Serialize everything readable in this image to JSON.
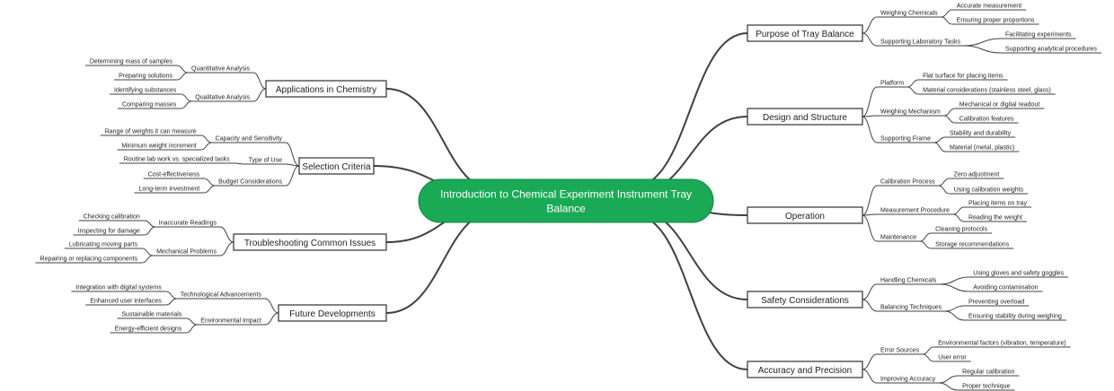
{
  "central_topic": [
    "Introduction to Chemical Experiment Instrument Tray",
    "Balance"
  ],
  "colors": {
    "central_fill": "#1aaa55",
    "line": "#404040",
    "box_border": "#303030",
    "text": "#222222"
  },
  "right_branches": [
    {
      "label": "Purpose of Tray Balance",
      "children": [
        {
          "label": "Weighing Chemicals",
          "children": [
            "Accurate measurement",
            "Ensuring proper proportions"
          ]
        },
        {
          "label": "Supporting Laboratory Tasks",
          "children": [
            "Facilitating experiments",
            "Supporting analytical procedures"
          ]
        }
      ]
    },
    {
      "label": "Design and Structure",
      "children": [
        {
          "label": "Platform",
          "children": [
            "Flat surface for placing items",
            "Material considerations (stainless steel, glass)"
          ]
        },
        {
          "label": "Weighing Mechanism",
          "children": [
            "Mechanical or digital readout",
            "Calibration features"
          ]
        },
        {
          "label": "Supporting Frame",
          "children": [
            "Stability and durability",
            "Material (metal, plastic)"
          ]
        }
      ]
    },
    {
      "label": "Operation",
      "children": [
        {
          "label": "Calibration Process",
          "children": [
            "Zero adjustment",
            "Using calibration weights"
          ]
        },
        {
          "label": "Measurement Procedure",
          "children": [
            "Placing items on tray",
            "Reading the weight"
          ]
        },
        {
          "label": "Maintenance",
          "children": [
            "Cleaning protocols",
            "Storage recommendations"
          ]
        }
      ]
    },
    {
      "label": "Safety Considerations",
      "children": [
        {
          "label": "Handling Chemicals",
          "children": [
            "Using gloves and safety goggles",
            "Avoiding contamination"
          ]
        },
        {
          "label": "Balancing Techniques",
          "children": [
            "Preventing overload",
            "Ensuring stability during weighing"
          ]
        }
      ]
    },
    {
      "label": "Accuracy and Precision",
      "children": [
        {
          "label": "Error Sources",
          "children": [
            "Environmental factors (vibration, temperature)",
            "User error"
          ]
        },
        {
          "label": "Improving Accuracy",
          "children": [
            "Regular calibration",
            "Proper technique"
          ]
        }
      ]
    }
  ],
  "left_branches": [
    {
      "label": "Applications in Chemistry",
      "children": [
        {
          "label": "Quantitative Analysis",
          "children": [
            "Determining mass of samples",
            "Preparing solutions"
          ]
        },
        {
          "label": "Qualitative Analysis",
          "children": [
            "Identifying substances",
            "Comparing masses"
          ]
        }
      ]
    },
    {
      "label": "Selection Criteria",
      "children": [
        {
          "label": "Capacity and Sensitivity",
          "children": [
            "Range of weights it can measure",
            "Minimum weight increment"
          ]
        },
        {
          "label": "Type of Use",
          "children": [
            "Routine lab work vs. specialized tasks"
          ]
        },
        {
          "label": "Budget Considerations",
          "children": [
            "Cost-effectiveness",
            "Long-term investment"
          ]
        }
      ]
    },
    {
      "label": "Troubleshooting Common Issues",
      "children": [
        {
          "label": "Inaccurate Readings",
          "children": [
            "Checking calibration",
            "Inspecting for damage"
          ]
        },
        {
          "label": "Mechanical Problems",
          "children": [
            "Lubricating moving parts",
            "Repairing or replacing components"
          ]
        }
      ]
    },
    {
      "label": "Future Developments",
      "children": [
        {
          "label": "Technological Advancements",
          "children": [
            "Integration with digital systems",
            "Enhanced user interfaces"
          ]
        },
        {
          "label": "Environmental Impact",
          "children": [
            "Sustainable materials",
            "Energy-efficient designs"
          ]
        }
      ]
    }
  ]
}
